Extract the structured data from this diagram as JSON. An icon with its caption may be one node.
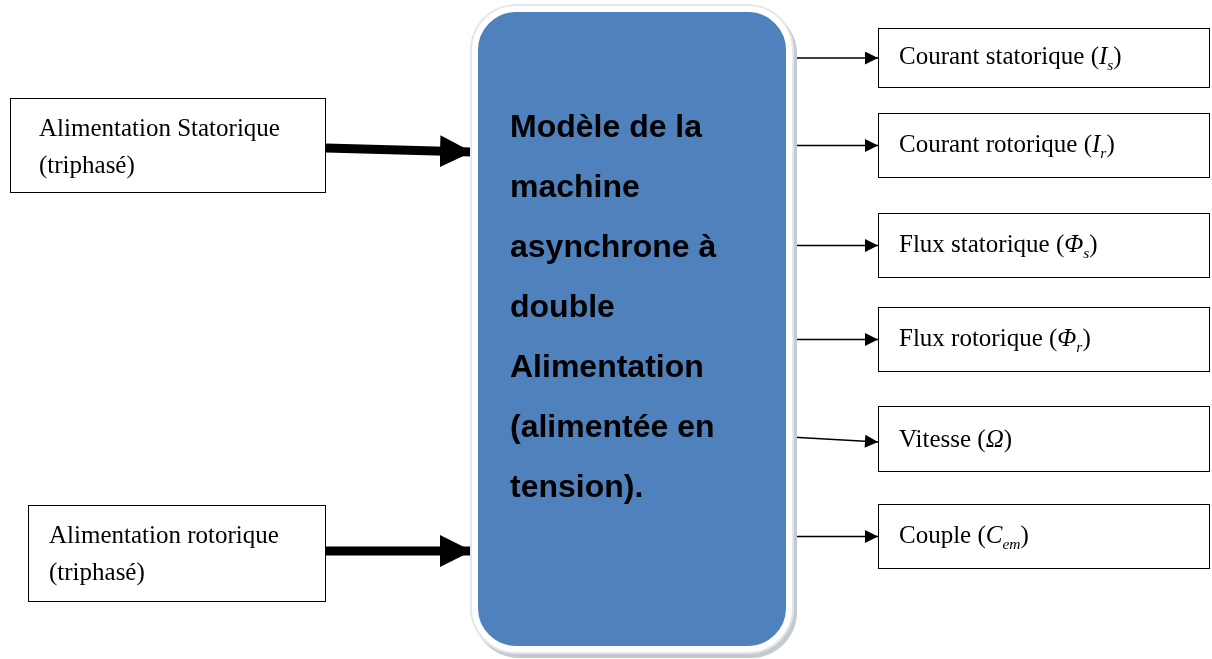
{
  "diagram": {
    "nodes": [
      {
        "text": [
          "Alimentation Statorique (triphasé)"
        ]
      },
      {
        "text": [
          "Alimentation rotorique (triphasé)"
        ]
      },
      {
        "text": [
          "Modèle de la machine asynchrone à double Alimentation (alimentée en tension)."
        ]
      },
      {
        "text": [
          "Courant statorique (*I*$_{s}$)"
        ]
      },
      {
        "text": [
          "Courant rotorique (*I*$_{r}$)"
        ]
      },
      {
        "text": [
          "Flux statorique (*Φ*$_{s}$)"
        ]
      },
      {
        "text": [
          "Flux rotorique (*Φ*$_{r}$)"
        ]
      },
      {
        "text": [
          "Vitesse (*Ω*)"
        ]
      },
      {
        "text": [
          "Couple (*C*$_{em}$)"
        ]
      }
    ],
    "edges": [
      {
        "from": 0,
        "to": 2,
        "arrow": "to",
        "style": "thick"
      },
      {
        "from": 1,
        "to": 2,
        "arrow": "to",
        "style": "thick"
      },
      {
        "from": 2,
        "to": 3,
        "arrow": "to"
      },
      {
        "from": 2,
        "to": 4,
        "arrow": "to"
      },
      {
        "from": 2,
        "to": 5,
        "arrow": "to"
      },
      {
        "from": 2,
        "to": 6,
        "arrow": "to"
      },
      {
        "from": 2,
        "to": 7,
        "arrow": "to"
      },
      {
        "from": 2,
        "to": 8,
        "arrow": "to"
      }
    ]
  }
}
